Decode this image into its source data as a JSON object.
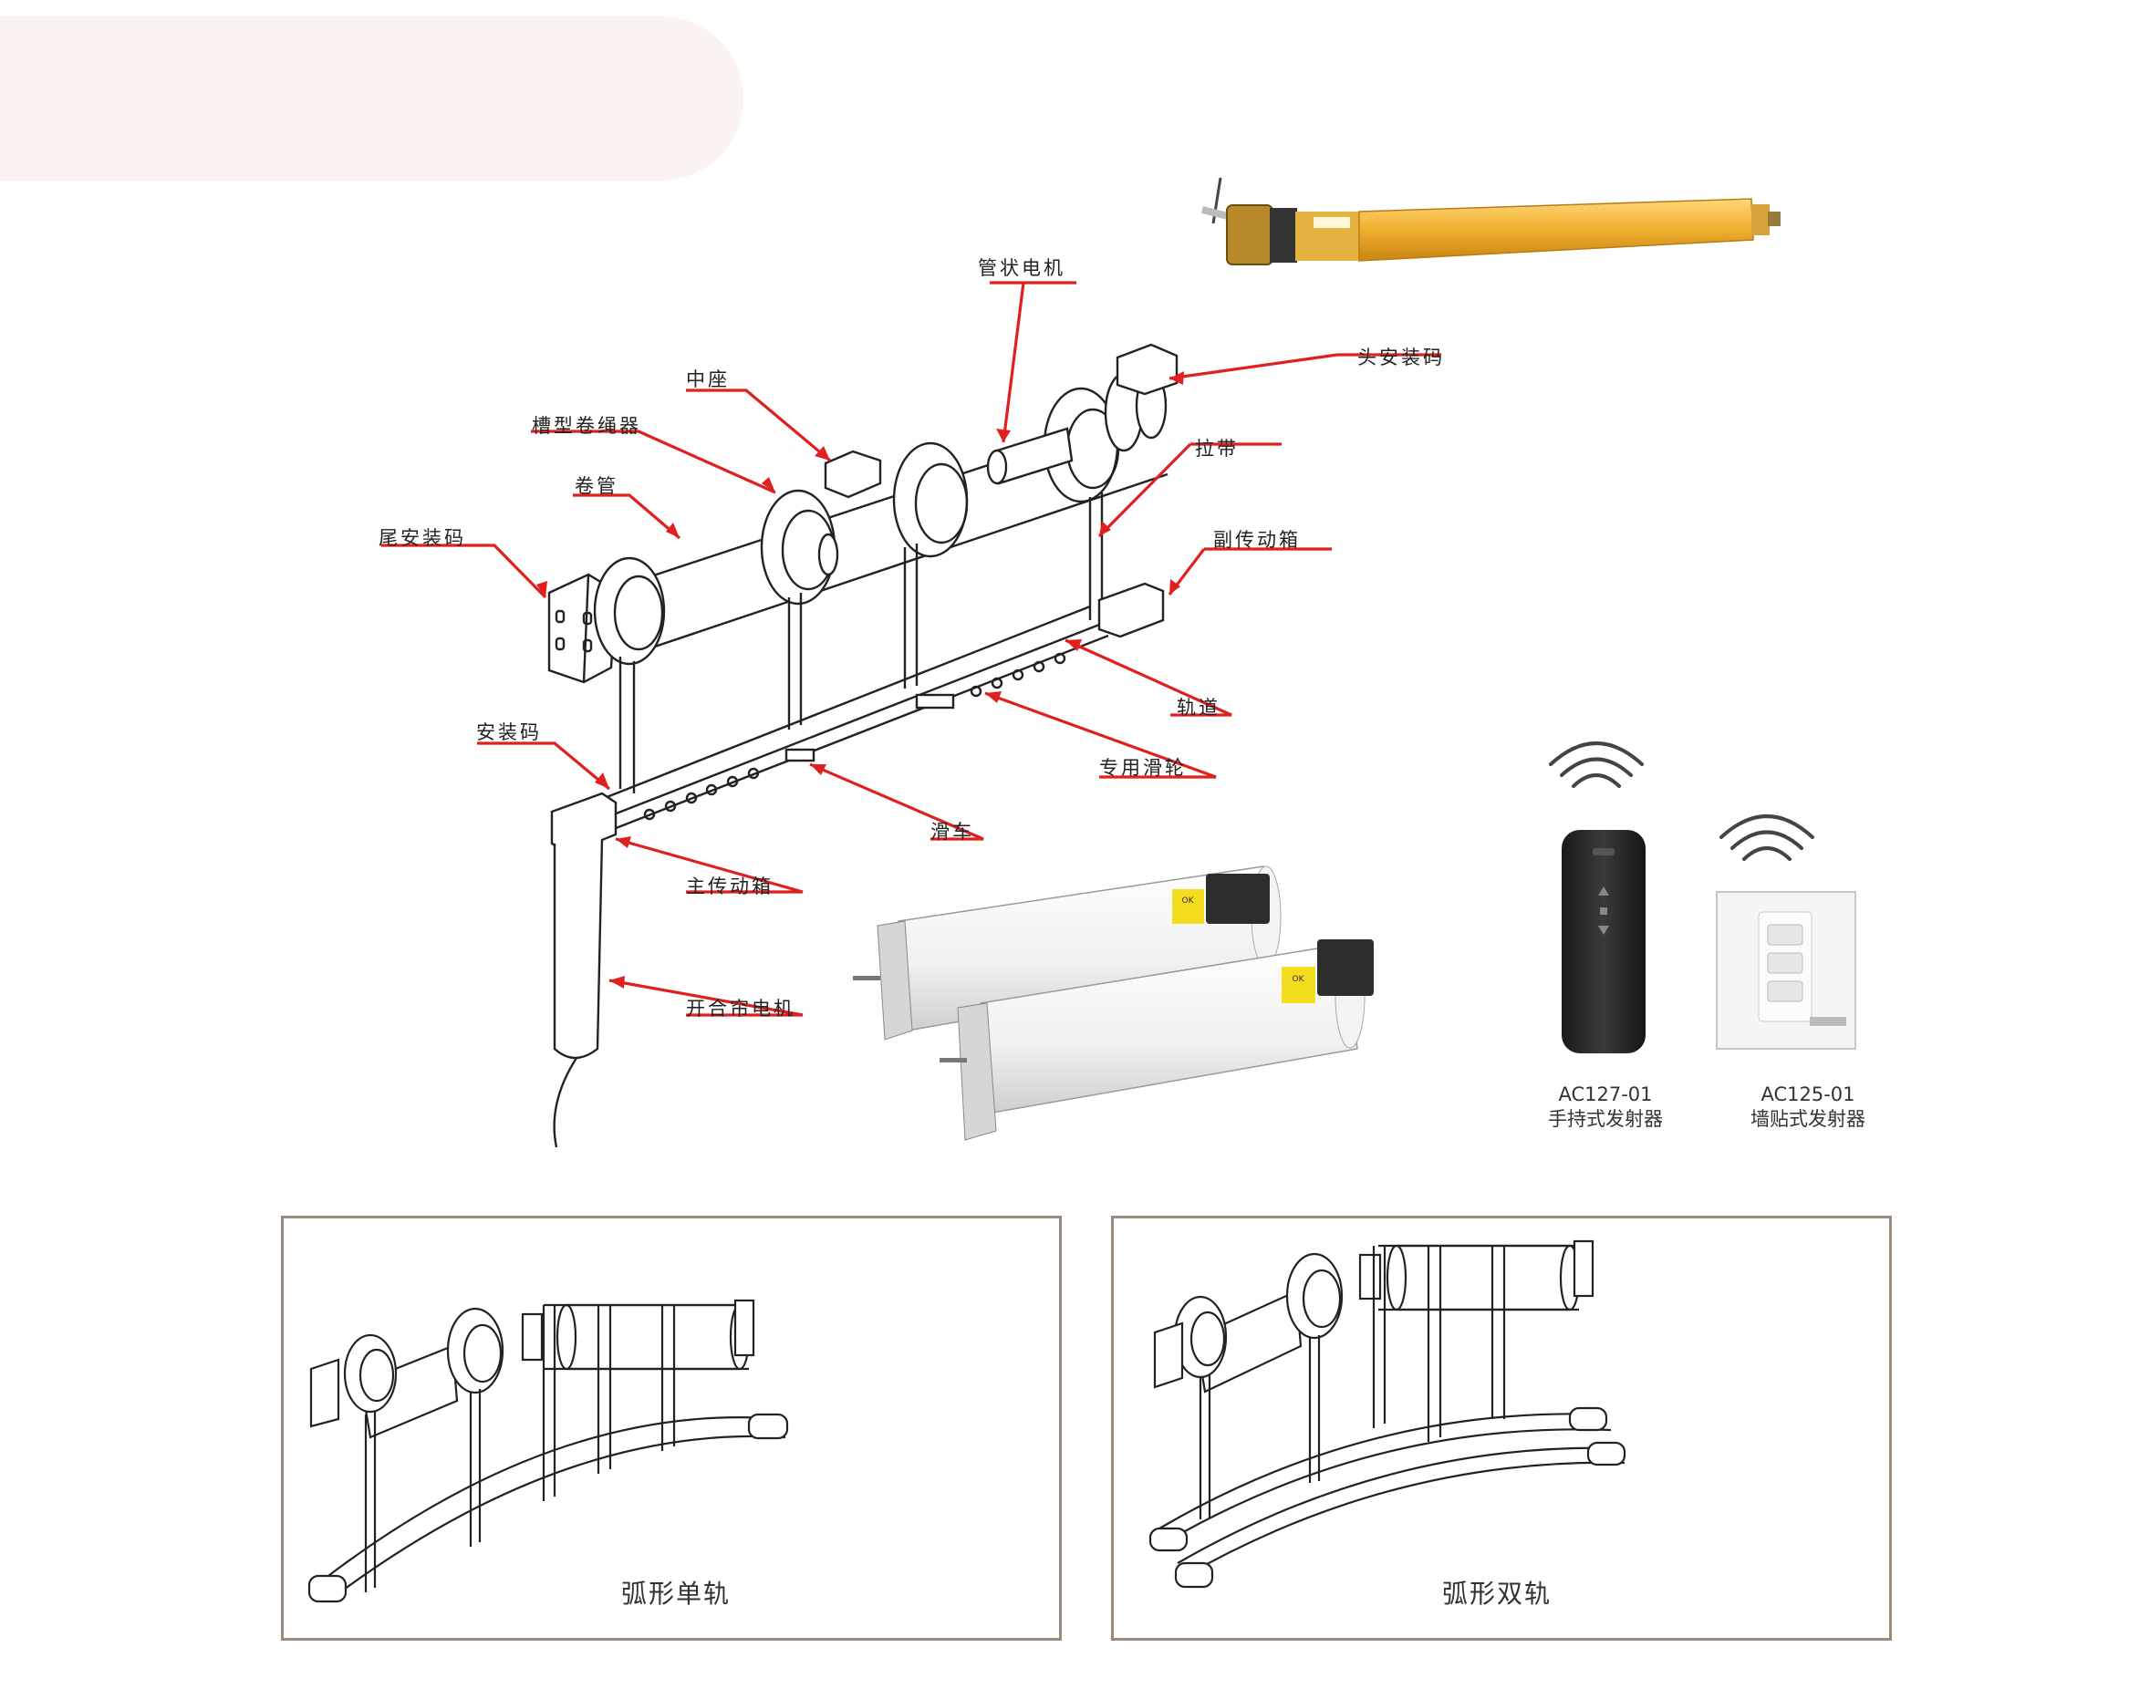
{
  "labels": {
    "tubular_motor": "管状电机",
    "head_bracket": "头安装码",
    "center_seat": "中座",
    "groove_reel": "槽型卷绳器",
    "roller_tube": "卷管",
    "tail_bracket": "尾安装码",
    "pull_belt": "拉带",
    "sub_gearbox": "副传动箱",
    "track": "轨道",
    "mount_bracket": "安装码",
    "special_pulley": "专用滑轮",
    "trolley": "滑车",
    "main_gearbox": "主传动箱",
    "curtain_motor": "开合帘电机"
  },
  "remotes": [
    {
      "model": "AC127-01",
      "name": "手持式发射器"
    },
    {
      "model": "AC125-01",
      "name": "墙贴式发射器"
    }
  ],
  "panels": [
    {
      "title": "弧形单轨"
    },
    {
      "title": "弧形双轨"
    }
  ],
  "motor_sticker": "OK",
  "colors": {
    "leader": "#e0201e",
    "motor_tube": "#f2b333",
    "panel_border": "#9a8a7c"
  }
}
